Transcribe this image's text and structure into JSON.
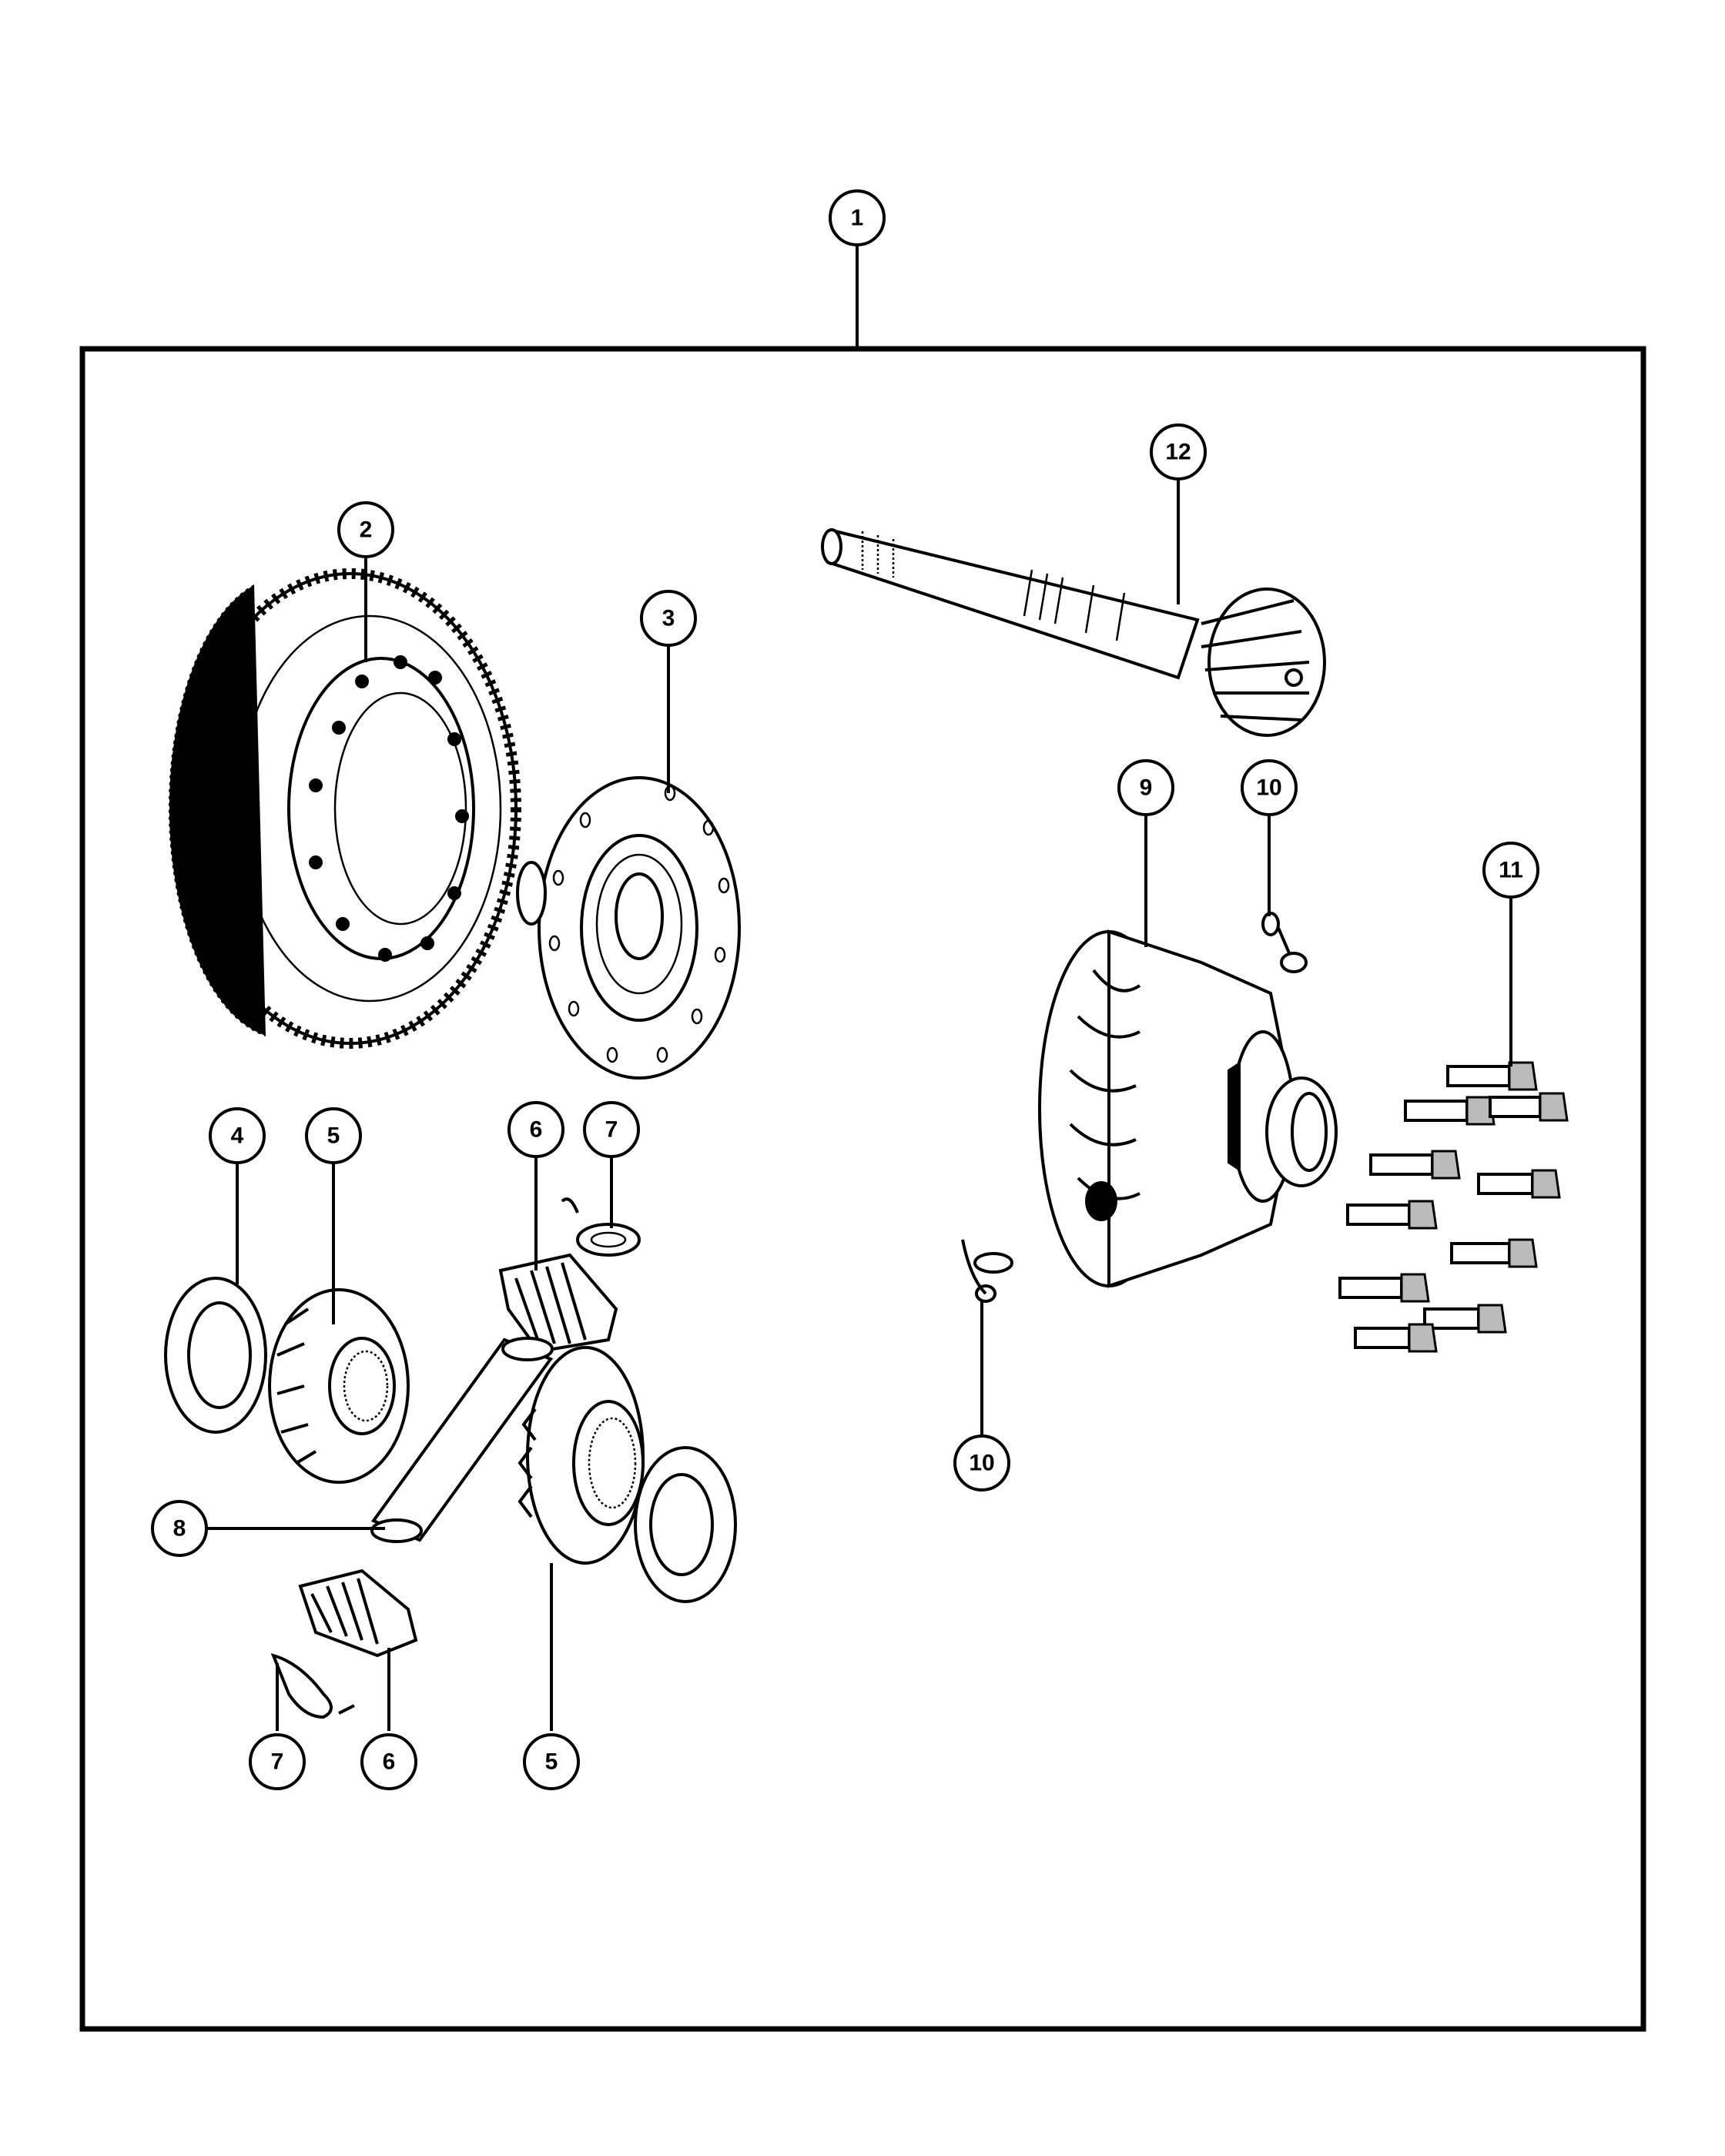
{
  "callouts": [
    {
      "id": "c1",
      "label": "1"
    },
    {
      "id": "c2",
      "label": "2"
    },
    {
      "id": "c3",
      "label": "3"
    },
    {
      "id": "c4",
      "label": "4"
    },
    {
      "id": "c5a",
      "label": "5"
    },
    {
      "id": "c6a",
      "label": "6"
    },
    {
      "id": "c7a",
      "label": "7"
    },
    {
      "id": "c8",
      "label": "8"
    },
    {
      "id": "c7b",
      "label": "7"
    },
    {
      "id": "c6b",
      "label": "6"
    },
    {
      "id": "c5b",
      "label": "5"
    },
    {
      "id": "c9",
      "label": "9"
    },
    {
      "id": "c10a",
      "label": "10"
    },
    {
      "id": "c11",
      "label": "11"
    },
    {
      "id": "c10b",
      "label": "10"
    },
    {
      "id": "c12",
      "label": "12"
    }
  ]
}
